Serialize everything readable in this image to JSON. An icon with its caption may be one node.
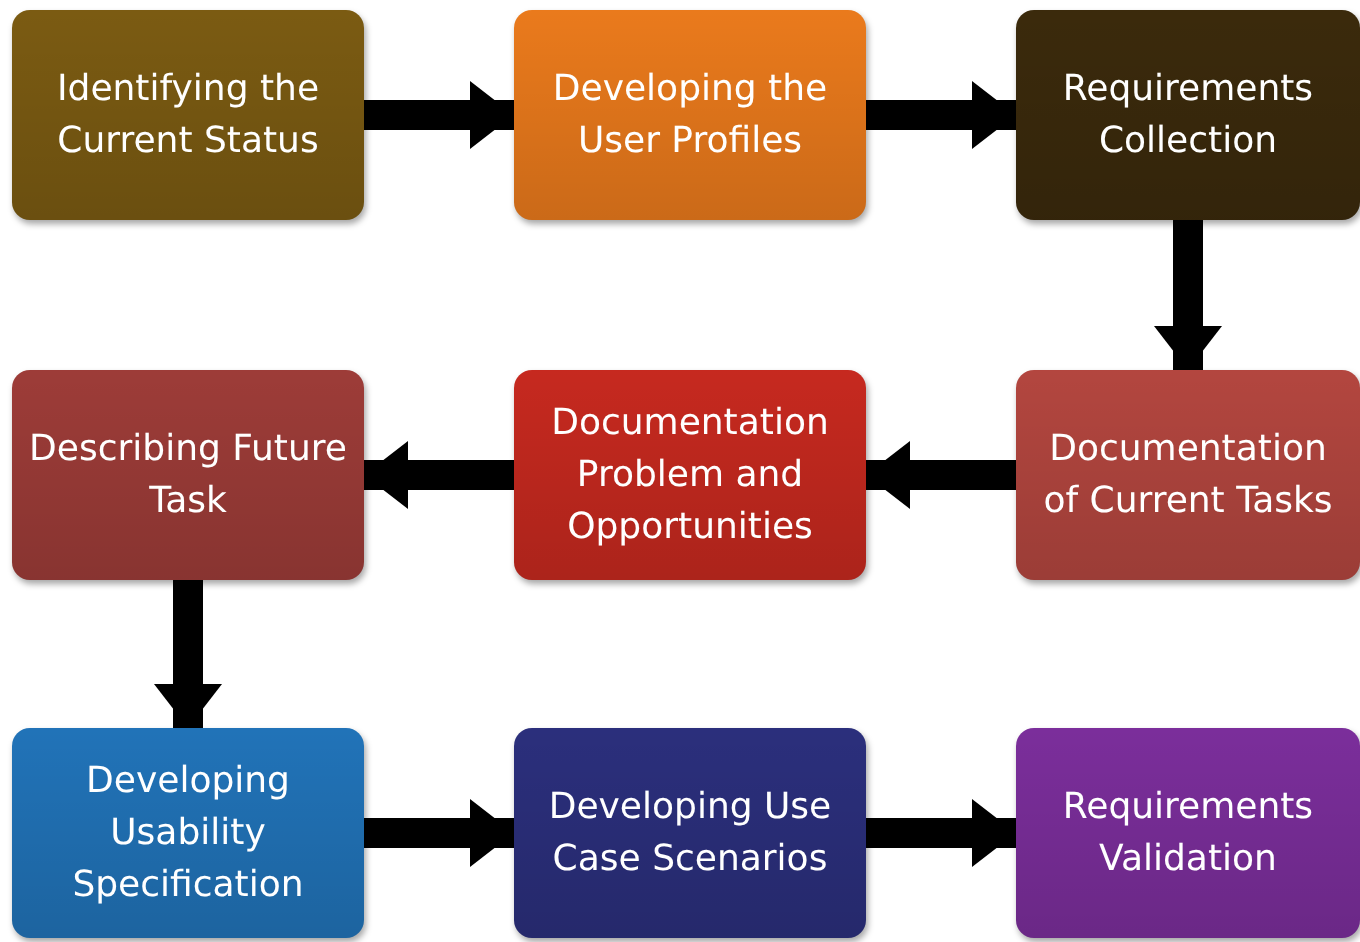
{
  "diagram": {
    "nodes": [
      {
        "text": [
          "Identifying the Current Status"
        ]
      },
      {
        "text": [
          "Developing the User Profiles"
        ]
      },
      {
        "text": [
          "Requirements Collection"
        ]
      },
      {
        "text": [
          "Describing Future Task"
        ]
      },
      {
        "text": [
          "Documentation Problem and Opportunities"
        ]
      },
      {
        "text": [
          "Documentation of Current Tasks"
        ]
      },
      {
        "text": [
          "Developing Usability Specification"
        ]
      },
      {
        "text": [
          "Developing Use Case Scenarios"
        ]
      },
      {
        "text": [
          "Requirements Validation"
        ]
      }
    ],
    "edges": [
      {
        "from": 0,
        "to": 1,
        "arrow": "to"
      },
      {
        "from": 1,
        "to": 2,
        "arrow": "to"
      },
      {
        "from": 2,
        "to": 5,
        "arrow": "to"
      },
      {
        "from": 5,
        "to": 4,
        "arrow": "to"
      },
      {
        "from": 4,
        "to": 3,
        "arrow": "to"
      },
      {
        "from": 3,
        "to": 6,
        "arrow": "to"
      },
      {
        "from": 6,
        "to": 7,
        "arrow": "to"
      },
      {
        "from": 7,
        "to": 8,
        "arrow": "to"
      }
    ]
  }
}
